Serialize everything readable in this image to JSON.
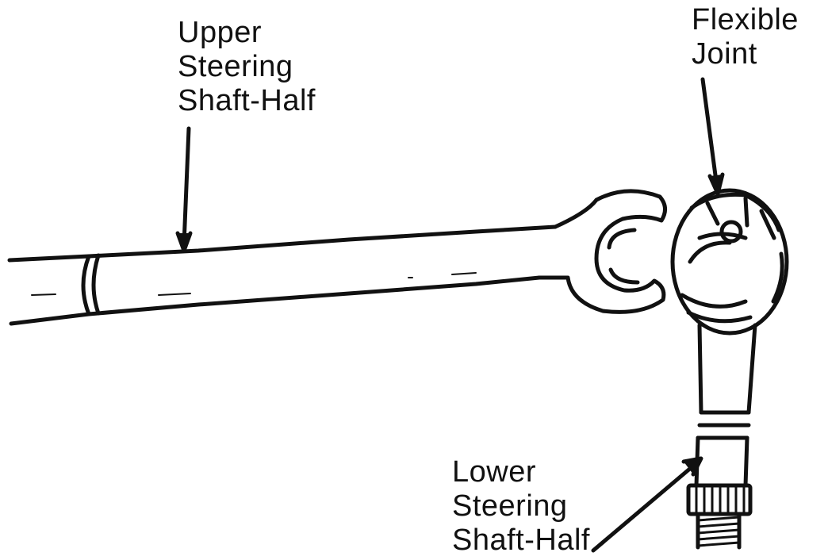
{
  "labels": {
    "upper_shaft": [
      "Upper",
      "Steering",
      "Shaft-Half"
    ],
    "flexible_joint": [
      "Flexible",
      "Joint"
    ],
    "lower_shaft": [
      "Lower",
      "Steering",
      "Shaft-Half"
    ]
  },
  "colors": {
    "line": "#111111",
    "background": "#ffffff"
  }
}
